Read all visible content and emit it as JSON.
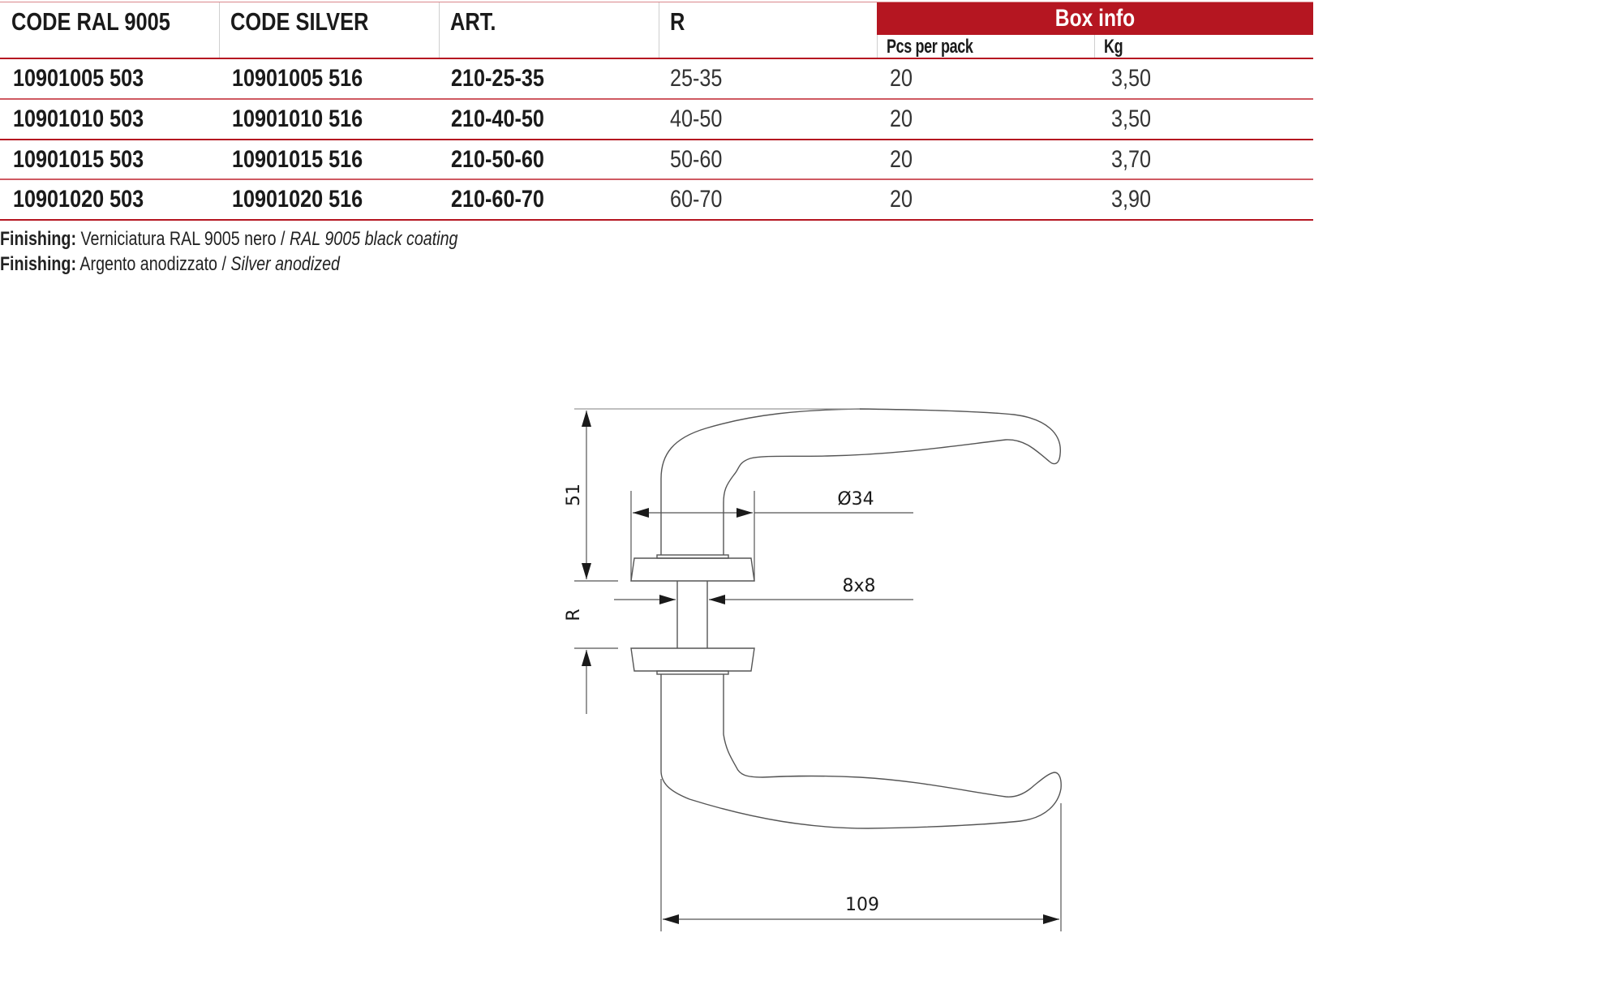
{
  "table": {
    "headers": [
      "CODE RAL 9005",
      "CODE SILVER",
      "ART.",
      "R"
    ],
    "box_info": {
      "label": "Box info",
      "subheaders": [
        "Pcs per pack",
        "Kg"
      ]
    },
    "rows": [
      {
        "code_ral": "10901005 503",
        "code_silver": "10901005 516",
        "art": "210-25-35",
        "r": "25-35",
        "pcs": "20",
        "kg": "3,50"
      },
      {
        "code_ral": "10901010 503",
        "code_silver": "10901010 516",
        "art": "210-40-50",
        "r": "40-50",
        "pcs": "20",
        "kg": "3,50"
      },
      {
        "code_ral": "10901015 503",
        "code_silver": "10901015 516",
        "art": "210-50-60",
        "r": "50-60",
        "pcs": "20",
        "kg": "3,70"
      },
      {
        "code_ral": "10901020 503",
        "code_silver": "10901020 516",
        "art": "210-60-70",
        "r": "60-70",
        "pcs": "20",
        "kg": "3,90"
      }
    ]
  },
  "finishing": [
    {
      "label": "Finishing:",
      "italian": "Verniciatura RAL 9005 nero / ",
      "english": "RAL 9005 black coating"
    },
    {
      "label": "Finishing:",
      "italian": "Argento anodizzato / ",
      "english": "Silver anodized"
    }
  ],
  "drawing": {
    "dim_height": "51",
    "dim_rosette_diameter": "Ø34",
    "dim_spindle": "8x8",
    "dim_door_thickness": "R",
    "dim_length": "109"
  },
  "colors": {
    "accent_red": "#b51621",
    "line_gray": "#555555"
  }
}
